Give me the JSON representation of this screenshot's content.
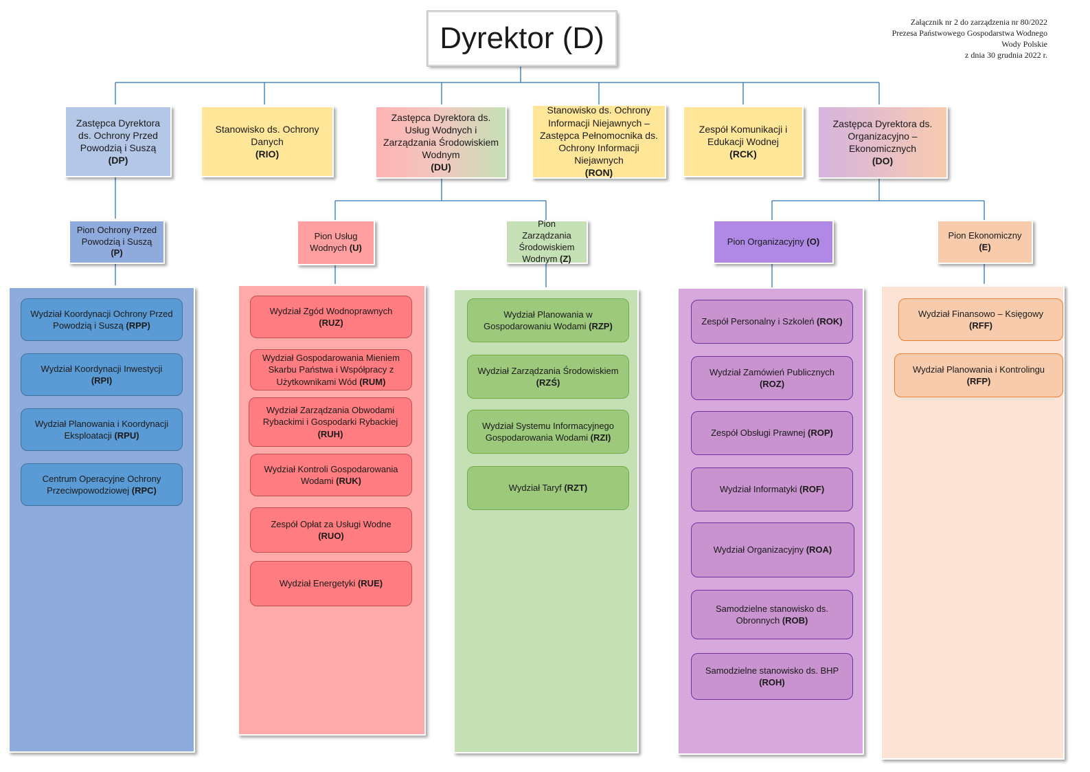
{
  "document": {
    "annex": {
      "line1": "Załącznik nr 2 do zarządzenia nr 80/2022",
      "line2": "Prezesa Państwowego Gospodarstwa Wodnego",
      "line3": "Wody Polskie",
      "line4": "z dnia 30 grudnia 2022 r."
    }
  },
  "director": {
    "label": "Dyrektor (D)"
  },
  "level1": {
    "dp": {
      "text": "Zastępca Dyrektora ds. Ochrony Przed Powodzią i Suszą",
      "code": "(DP)"
    },
    "rio": {
      "text": "Stanowisko ds. Ochrony Danych",
      "code": "(RIO)"
    },
    "du": {
      "text": "Zastępca Dyrektora ds. Usług Wodnych i Zarządzania Środowiskiem Wodnym",
      "code": "(DU)"
    },
    "ron": {
      "text": "Stanowisko ds. Ochrony Informacji Niejawnych – Zastępca Pełnomocnika ds. Ochrony Informacji Niejawnych",
      "code": "(RON)"
    },
    "rck": {
      "text": "Zespół Komunikacji i Edukacji Wodnej",
      "code": "(RCK)"
    },
    "do": {
      "text": "Zastępca Dyrektora ds. Organizacyjno – Ekonomicznych",
      "code": "(DO)"
    }
  },
  "pions": {
    "p": {
      "text": "Pion Ochrony Przed Powodzią i Suszą",
      "code": "(P)"
    },
    "u": {
      "text": "Pion Usług Wodnych",
      "code": "(U)"
    },
    "z": {
      "text": "Pion Zarządzania Środowiskiem Wodnym",
      "code": "(Z)"
    },
    "o": {
      "text": "Pion Organizacyjny",
      "code": "(O)"
    },
    "e": {
      "text": "Pion Ekonomiczny",
      "code": "(E)"
    }
  },
  "units": {
    "p": [
      {
        "text": "Wydział Koordynacji Ochrony Przed Powodzią i Suszą",
        "code": "(RPP)"
      },
      {
        "text": "Wydział Koordynacji Inwestycji",
        "code": "(RPI)"
      },
      {
        "text": "Wydział Planowania i Koordynacji Eksploatacji",
        "code": "(RPU)"
      },
      {
        "text": "Centrum Operacyjne Ochrony Przeciwpowodziowej",
        "code": "(RPC)"
      }
    ],
    "u": [
      {
        "text": "Wydział Zgód Wodnoprawnych",
        "code": "(RUZ)"
      },
      {
        "text": "Wydział Gospodarowania Mieniem Skarbu Państwa i Współpracy z Użytkownikami Wód",
        "code": "(RUM)"
      },
      {
        "text": "Wydział Zarządzania Obwodami Rybackimi i Gospodarki Rybackiej",
        "code": "(RUH)"
      },
      {
        "text": "Wydział Kontroli Gospodarowania Wodami",
        "code": "(RUK)"
      },
      {
        "text": "Zespół Opłat za Usługi Wodne",
        "code": "(RUO)"
      },
      {
        "text": "Wydział Energetyki",
        "code": "(RUE)"
      }
    ],
    "z": [
      {
        "text": "Wydział Planowania w Gospodarowaniu Wodami",
        "code": "(RZP)"
      },
      {
        "text": "Wydział Zarządzania Środowiskiem",
        "code": "(RZŚ)"
      },
      {
        "text": "Wydział Systemu Informacyjnego Gospodarowania Wodami",
        "code": "(RZI)"
      },
      {
        "text": "Wydział Taryf",
        "code": "(RZT)"
      }
    ],
    "o": [
      {
        "text": "Zespół Personalny i Szkoleń",
        "code": "(ROK)"
      },
      {
        "text": "Wydział Zamówień Publicznych",
        "code": "(ROZ)"
      },
      {
        "text": "Zespół Obsługi Prawnej",
        "code": "(ROP)"
      },
      {
        "text": "Wydział Informatyki",
        "code": "(ROF)"
      },
      {
        "text": "Wydział Organizacyjny",
        "code": "(ROA)"
      },
      {
        "text": "Samodzielne stanowisko ds. Obronnych",
        "code": "(ROB)"
      },
      {
        "text": "Samodzielne stanowisko ds. BHP",
        "code": "(ROH)"
      }
    ],
    "e": [
      {
        "text": "Wydział Finansowo – Księgowy",
        "code": "(RFF)"
      },
      {
        "text": "Wydział Planowania i Kontrolingu",
        "code": "(RFP)"
      }
    ]
  },
  "colors": {
    "line": "#2e75b6",
    "dp": "#b4c7e7",
    "dp_pion": "#8faadc",
    "p_panel": "#8faadc",
    "p_unit": "#5b9bd5",
    "yellow": "#ffe699",
    "u_pion": "#ff9f9f",
    "u_panel": "#ffaaaa",
    "u_unit": "#ff7c80",
    "z_pion": "#c5e0b4",
    "z_panel": "#c5e0b4",
    "z_unit": "#9dc97c",
    "o_pion": "#b089e6",
    "o_panel": "#d6a8dc",
    "o_unit": "#c993cf",
    "e_pion": "#f8cbad",
    "e_panel": "#fbe3d5",
    "e_unit": "#f8cbad"
  }
}
